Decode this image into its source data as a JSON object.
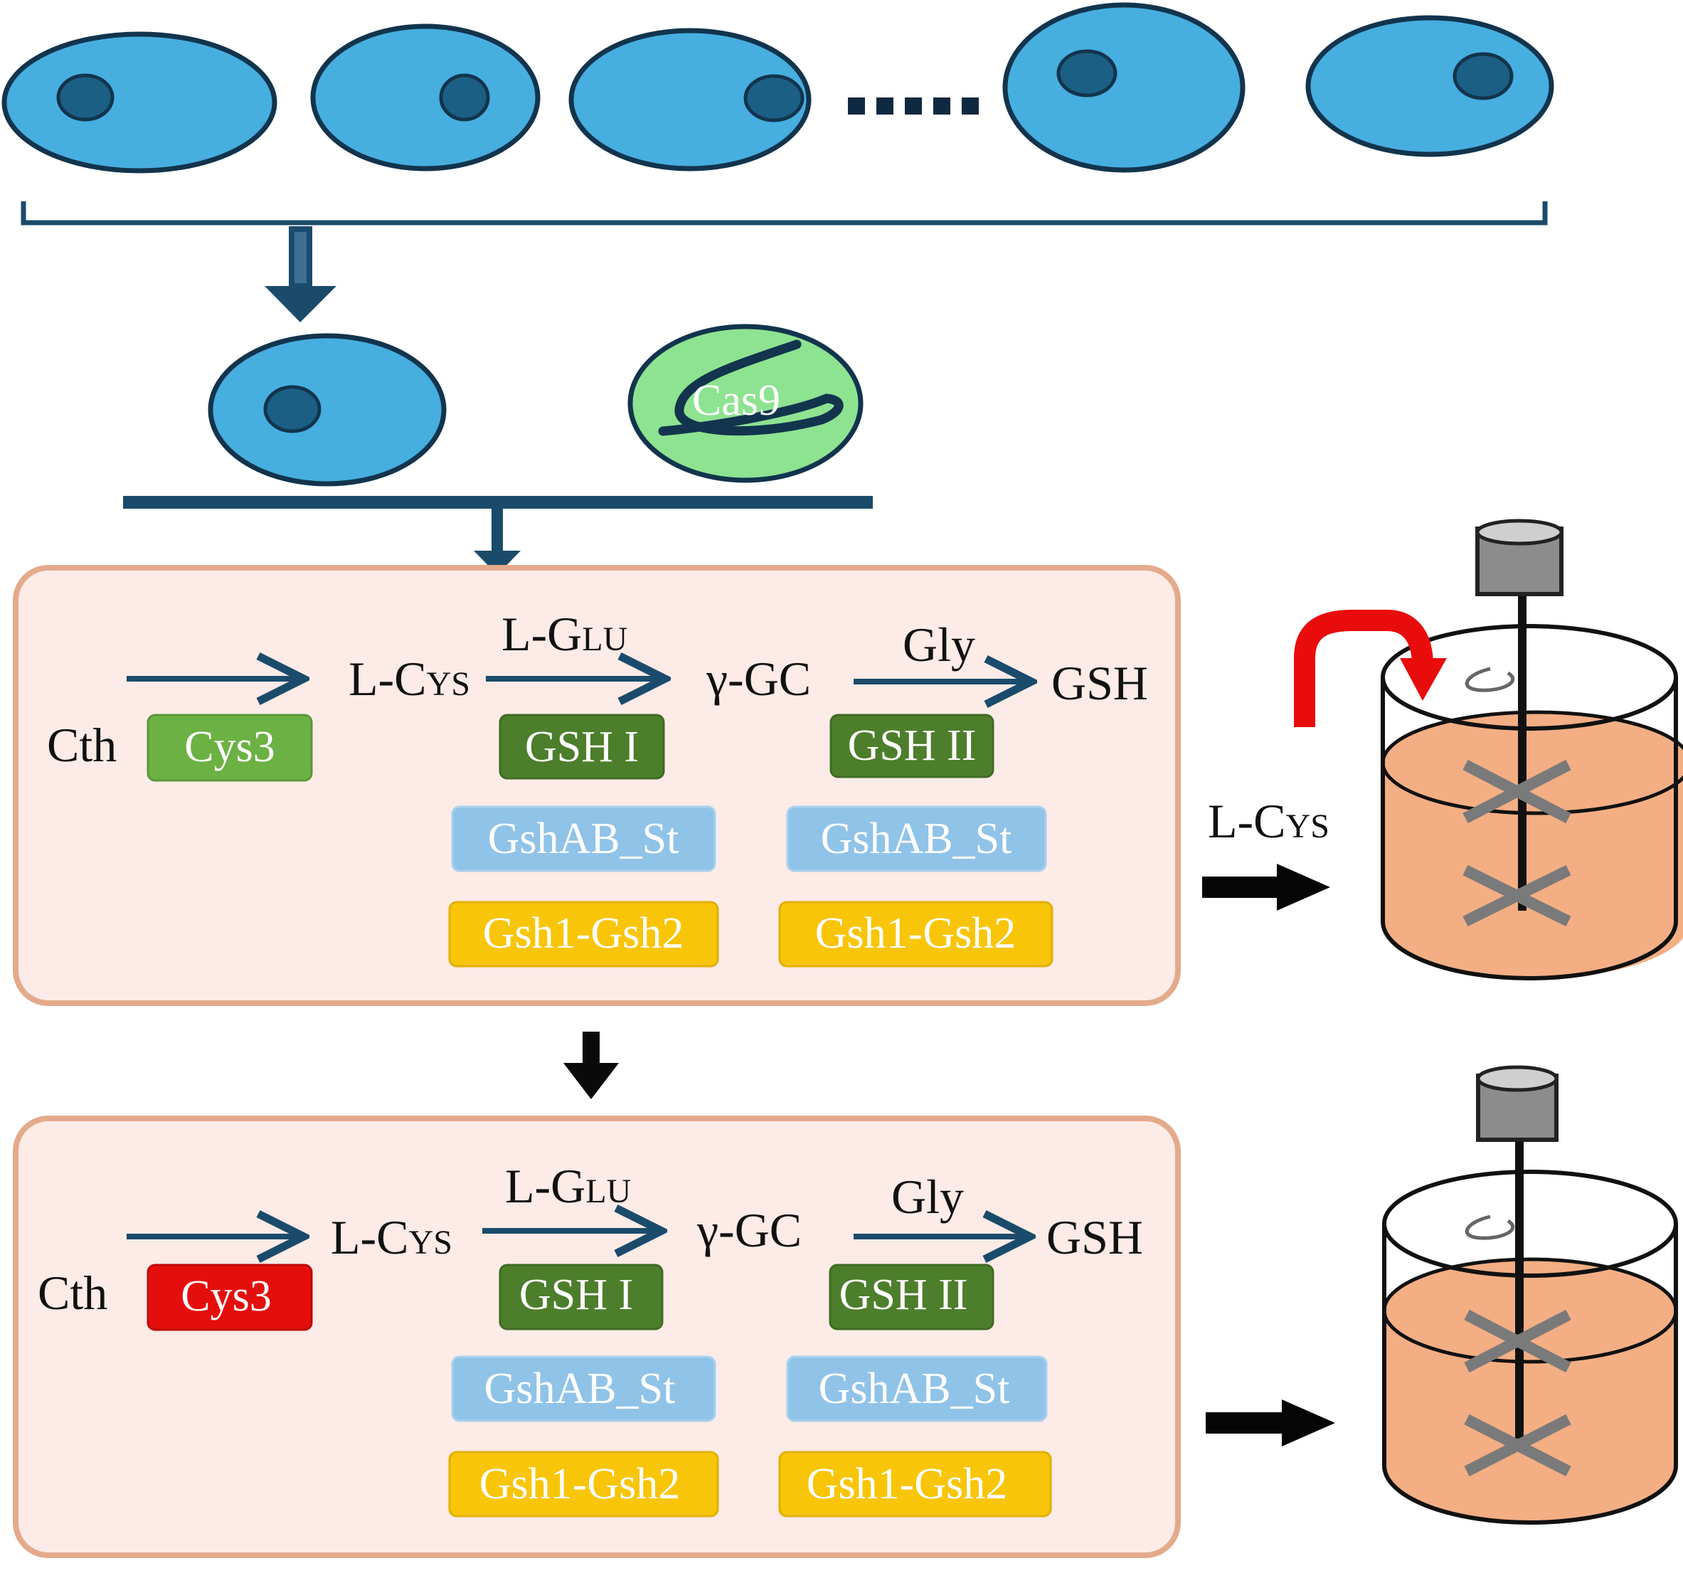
{
  "colors": {
    "cell_fill": "#47aee0",
    "cell_stroke": "#12344d",
    "nucleus": "#1b5f85",
    "arrow": "#1b4b6b",
    "cas9_fill": "#8ee391",
    "panel_fill": "#fcebe7",
    "panel_stroke": "#e3aa8b",
    "enzyme_dark_green": "#4d7e2b",
    "enzyme_light_green": "#6cb143",
    "enzyme_blue": "#90c3e8",
    "enzyme_yellow": "#f8c509",
    "enzyme_red": "#e40f0c",
    "tank_liquid": "#f3ae84",
    "feed_arrow": "#e90c0c"
  },
  "top": {
    "ellipsis": "....."
  },
  "cas9": {
    "label": "Cas9"
  },
  "pathway": {
    "source": "Cth",
    "intermediate1": "L-Cys",
    "cosubstrate1": "L-Glu",
    "intermediate2": "γ-GC",
    "cosubstrate2": "Gly",
    "product": "GSH"
  },
  "panel1": {
    "cys_enzyme": "Cys3",
    "step1_enzymes": [
      "GSH I",
      "GshAB_St",
      "Gsh1-Gsh2"
    ],
    "step2_enzymes": [
      "GSH II",
      "GshAB_St",
      "Gsh1-Gsh2"
    ]
  },
  "panel2": {
    "cys_enzyme": "Cys3",
    "step1_enzymes": [
      "GSH I",
      "GshAB_St",
      "Gsh1-Gsh2"
    ],
    "step2_enzymes": [
      "GSH II",
      "GshAB_St",
      "Gsh1-Gsh2"
    ]
  },
  "feed": {
    "label": "L-Cys"
  }
}
